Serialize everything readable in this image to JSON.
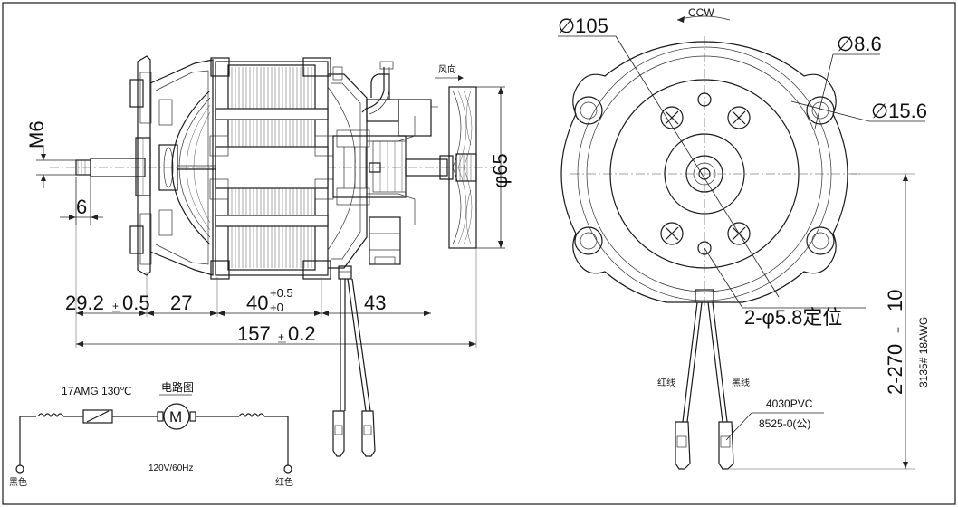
{
  "side_view": {
    "thread": "M6",
    "shaft_length": "6",
    "dim_29": "29.2",
    "tol_29": "0.5",
    "dim_27": "27",
    "dim_40": "40",
    "tol_40_upper": "+0.5",
    "tol_40_lower": "+0",
    "dim_43": "43",
    "dim_157": "157",
    "tol_157": "0.2",
    "fan_diameter": "φ65",
    "airflow_label": "风向"
  },
  "front_view": {
    "rotation": "CCW",
    "dia_105": "∅105",
    "dia_86": "∅8.6",
    "dia_156": "∅15.6",
    "locating_holes": "2-φ5.8定位",
    "lead_length": "2-270",
    "lead_tol": "10",
    "wire_spec": "3135# 18AWG",
    "red_wire": "红线",
    "black_wire": "黑线",
    "sleeve_spec": "4030PVC",
    "terminal_spec": "8525-0(公)"
  },
  "circuit": {
    "fuse_spec": "17AMG 130℃",
    "title": "电路图",
    "motor_symbol": "M",
    "voltage": "120V/60Hz",
    "left_lead": "黑色",
    "right_lead": "红色"
  }
}
